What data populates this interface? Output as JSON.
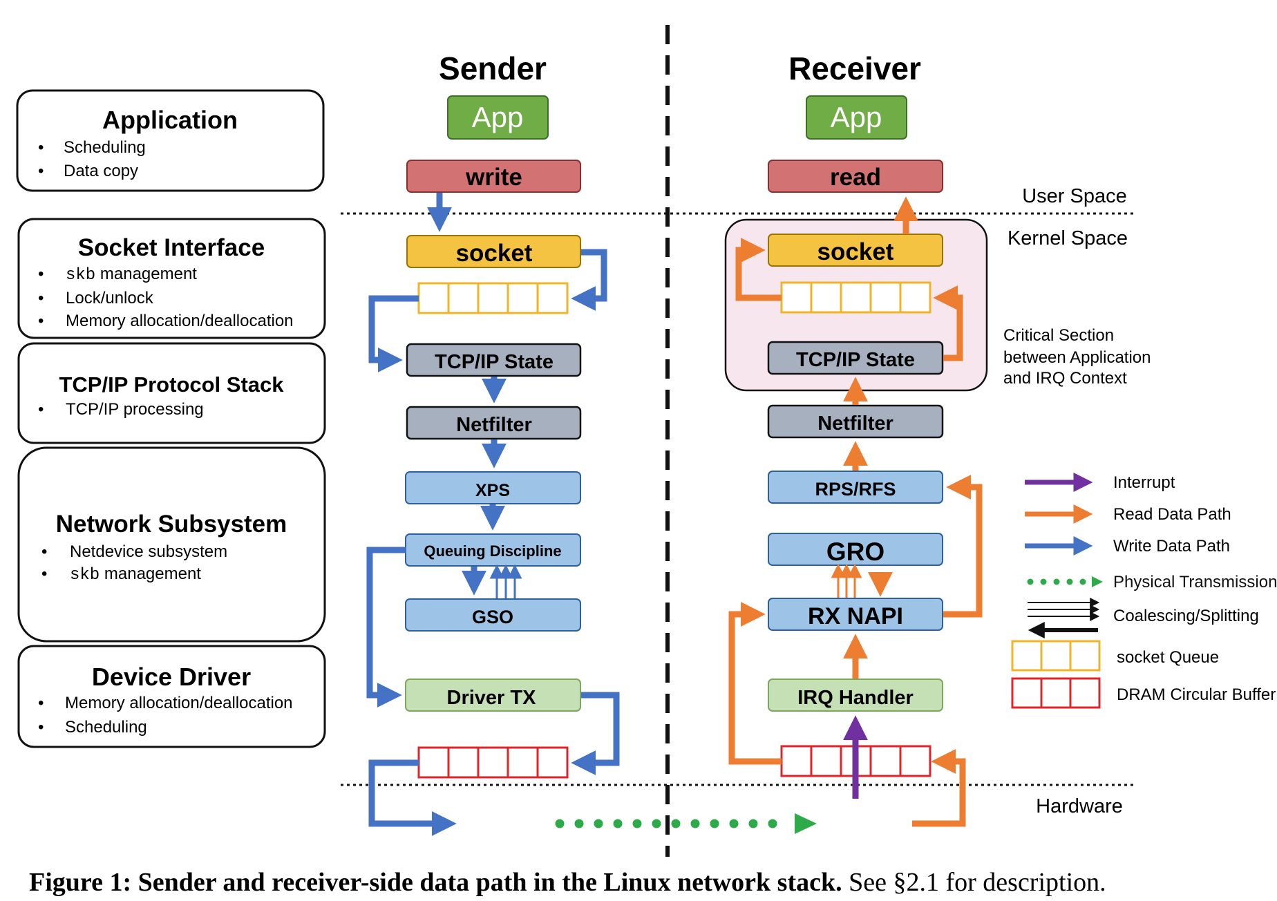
{
  "columns": {
    "sender": "Sender",
    "receiver": "Receiver"
  },
  "layers": {
    "application": {
      "title": "Application",
      "items": [
        "Scheduling",
        "Data copy"
      ]
    },
    "socket_interface": {
      "title": "Socket Interface",
      "items": [
        {
          "code": "skb",
          "text": " management"
        },
        {
          "code": "",
          "text": "Lock/unlock"
        },
        {
          "code": "",
          "text": "Memory allocation/deallocation"
        }
      ]
    },
    "tcpip_stack": {
      "title": "TCP/IP Protocol Stack",
      "items": [
        "TCP/IP processing"
      ]
    },
    "network_subsystem": {
      "title": "Network Subsystem",
      "items": [
        {
          "code": "",
          "text": "Netdevice subsystem"
        },
        {
          "code": "skb",
          "text": " management"
        }
      ]
    },
    "device_driver": {
      "title": "Device Driver",
      "items": [
        "Memory allocation/deallocation",
        "Scheduling"
      ]
    }
  },
  "sender": {
    "app": "App",
    "write": "write",
    "socket": "socket",
    "tcpip": "TCP/IP State",
    "netfilter": "Netfilter",
    "xps": "XPS",
    "qdisc": "Queuing Discipline",
    "gso": "GSO",
    "driver_tx": "Driver TX"
  },
  "receiver": {
    "app": "App",
    "read": "read",
    "socket": "socket",
    "tcpip": "TCP/IP State",
    "netfilter": "Netfilter",
    "rps": "RPS/RFS",
    "gro": "GRO",
    "rx_napi": "RX NAPI",
    "irq": "IRQ Handler"
  },
  "regions": {
    "user_space": "User Space",
    "kernel_space": "Kernel Space",
    "hardware": "Hardware",
    "critical_section": [
      "Critical Section",
      "between Application",
      "and IRQ Context"
    ]
  },
  "legend": [
    {
      "key": "interrupt",
      "label": "Interrupt"
    },
    {
      "key": "read",
      "label": "Read Data Path"
    },
    {
      "key": "write",
      "label": "Write Data Path"
    },
    {
      "key": "physical",
      "label": "Physical Transmission"
    },
    {
      "key": "coalescing",
      "label": "Coalescing/Splitting"
    },
    {
      "key": "socket_queue",
      "label": "socket Queue"
    },
    {
      "key": "dram",
      "label": "DRAM Circular Buffer"
    }
  ],
  "caption": {
    "bold": "Figure 1: Sender and receiver-side data path in the Linux network stack.",
    "normal": " See §2.1 for description."
  },
  "colors": {
    "write_path": "#4472c4",
    "read_path": "#ed7d31",
    "interrupt": "#7030a0",
    "physical": "#2eaa4a",
    "app_fill": "#70ad47",
    "rw_fill": "#d27272",
    "socket_fill": "#f5c342",
    "state_fill": "#a6b0bf",
    "subsystem_fill": "#9dc3e6",
    "driver_fill": "#c5e0b4",
    "queue_border": "#f0b429",
    "dram_border": "#e0252a",
    "critical_bg": "#f8e6ee"
  }
}
